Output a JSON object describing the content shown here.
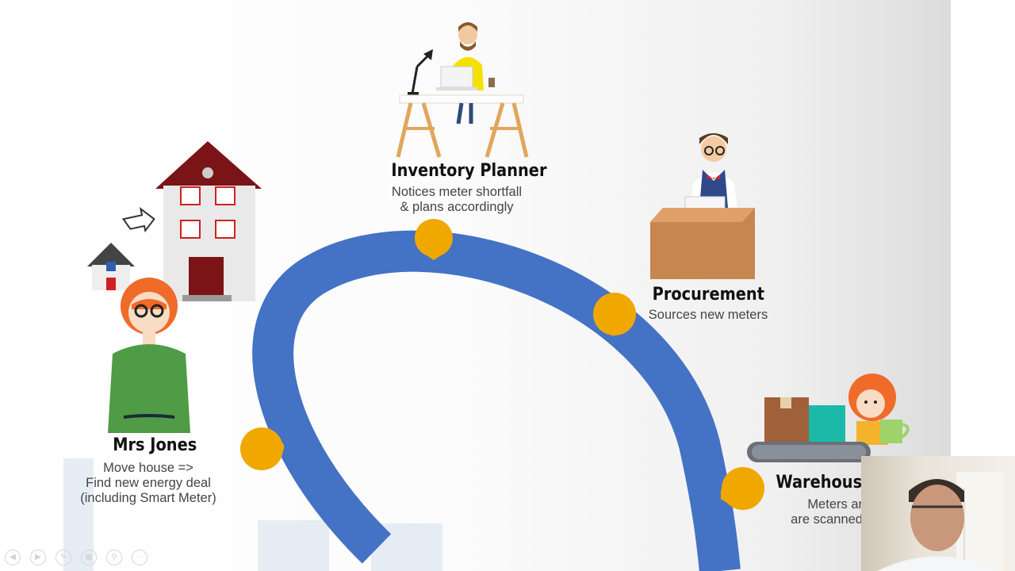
{
  "stages": [
    {
      "id": "inventory",
      "title": "Inventory Planner",
      "desc": [
        "Notices meter shortfall",
        "& plans accordingly"
      ]
    },
    {
      "id": "procurement",
      "title": "Procurement",
      "desc": [
        "Sources new meters"
      ]
    },
    {
      "id": "warehouse",
      "title": "Warehouse",
      "desc": [
        "Meters ar",
        "are scanned"
      ]
    },
    {
      "id": "mrs-jones",
      "title": "Mrs Jones",
      "desc": [
        "Move house =>",
        "Find new energy deal",
        "(including Smart Meter)"
      ]
    }
  ],
  "colors": {
    "arc": "#4472c4",
    "node": "#f0a800",
    "background": "#f7f7f7"
  },
  "icons": {
    "inventory": "person-at-desk-icon",
    "procurement": "person-at-box-icon",
    "warehouse": "warehouse-conveyor-icon",
    "mrs-jones": "woman-with-houses-icon"
  },
  "controls": [
    "prev-slide",
    "next-slide",
    "pen",
    "see-all-slides",
    "zoom",
    "more-options"
  ]
}
